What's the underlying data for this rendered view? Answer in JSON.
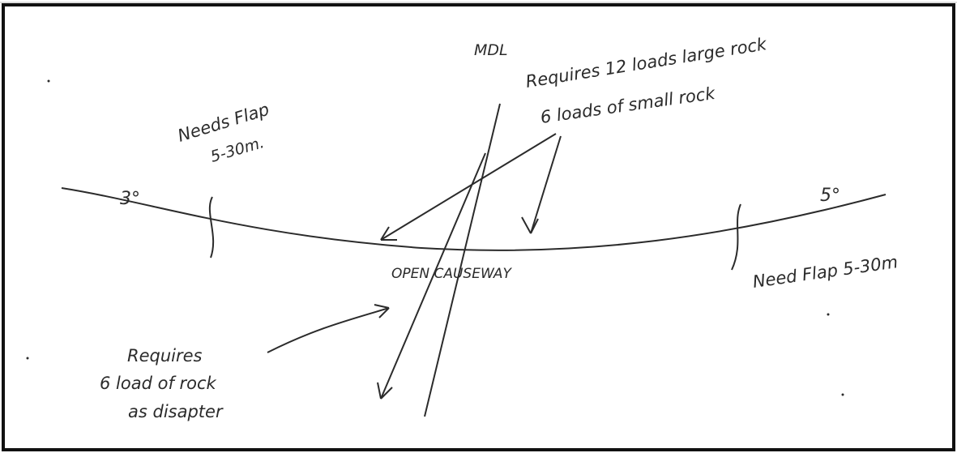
{
  "labels": {
    "mdl": "MDL",
    "rock_top_line1": "Requires 12 loads large rock",
    "rock_top_line2": "6 loads of small rock",
    "needs_flap_left_line1": "Needs Flap",
    "needs_flap_left_line2": "5-30m.",
    "angle_left": "3°",
    "angle_right": "5°",
    "open_causeway": "OPEN CAUSEWAY",
    "need_flap_right": "Need Flap 5-30m",
    "rock_bottom_line1": "Requires",
    "rock_bottom_line2": "6 load of rock",
    "rock_bottom_line3": "as disapter"
  },
  "colors": {
    "ink": "#2b2b2b",
    "frame": "#111111",
    "paper": "#ffffff"
  }
}
